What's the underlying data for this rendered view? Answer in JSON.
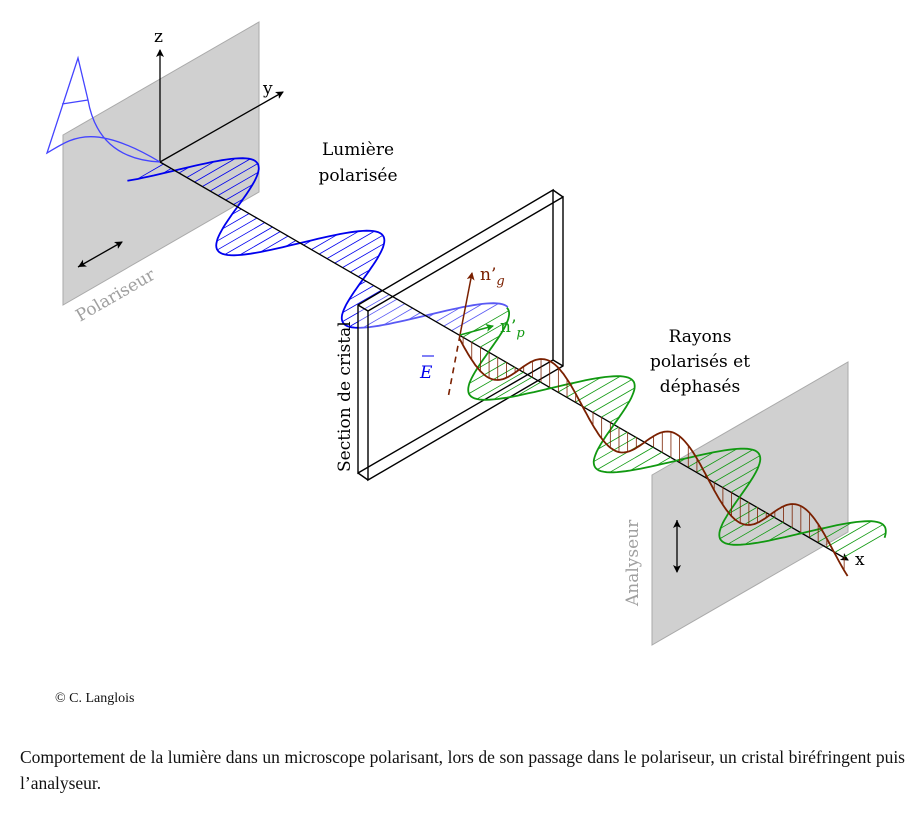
{
  "labels": {
    "z": "z",
    "y": "y",
    "x": "x",
    "polariseur": "Polariseur",
    "analyseur": "Analyseur",
    "lumiere_line1": "Lumière",
    "lumiere_line2": "polarisée",
    "section": "Section de cristal",
    "ng": "n’",
    "ng_sub": "g",
    "np": "n’",
    "np_sub": "p",
    "E": "E",
    "rayons_line1": "Rayons",
    "rayons_line2": "polarisés et",
    "rayons_line3": "déphasés"
  },
  "copyright": "© C. Langlois",
  "caption": "Comportement de la lumière dans un microscope polarisant, lors de son passage dans le polariseur, un cristal biréfringent puis l’analyseur.",
  "colors": {
    "blue": "#0000ee",
    "green": "#119911",
    "brown": "#7a2000",
    "plane": "#d0d0d0",
    "plane_label": "#a0a0a0"
  }
}
